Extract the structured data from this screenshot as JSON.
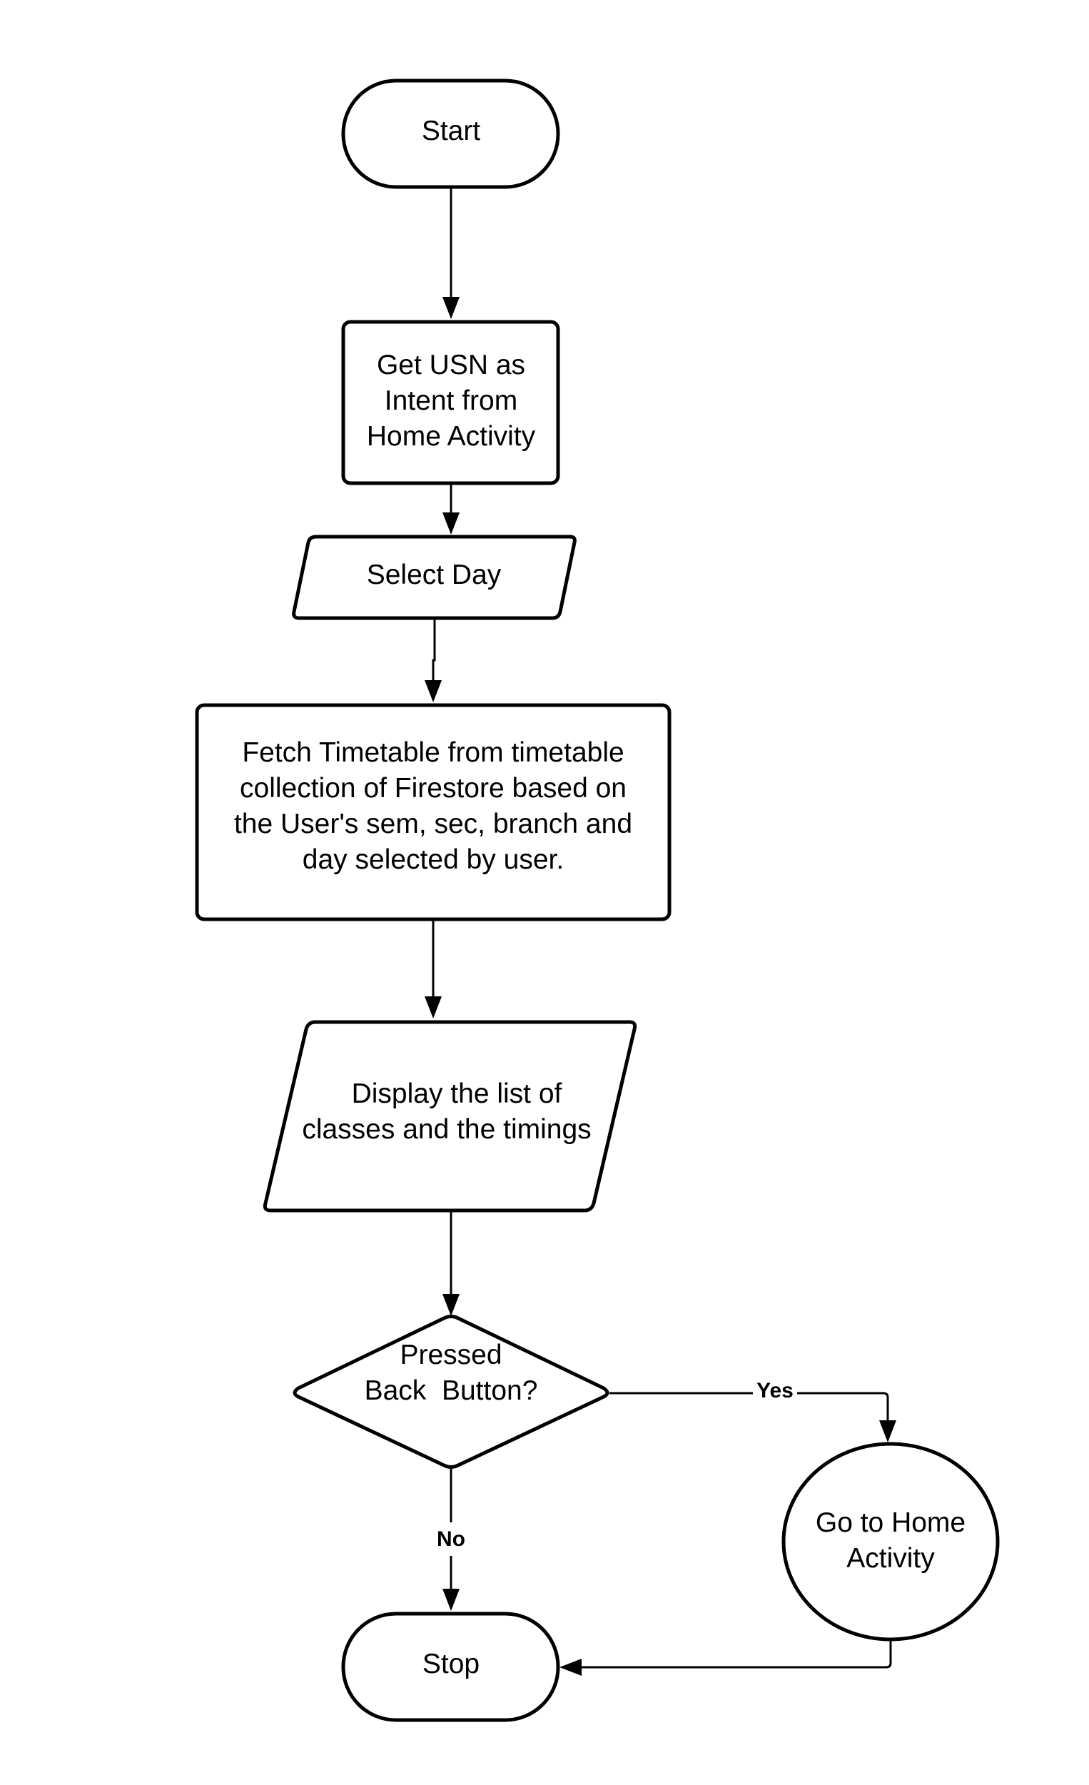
{
  "nodes": {
    "start": {
      "label": "Start"
    },
    "get_usn": {
      "lines": [
        "Get USN as",
        "Intent from",
        "Home Activity"
      ]
    },
    "select_day": {
      "label": "Select Day"
    },
    "fetch_timetable": {
      "lines": [
        "Fetch Timetable from timetable",
        "collection of Firestore based on",
        "the User's sem, sec, branch and",
        "day selected by user."
      ]
    },
    "display_list": {
      "lines": [
        "Display the list of",
        "classes and the timings"
      ]
    },
    "decision": {
      "lines": [
        "Pressed",
        "Back  Button?"
      ]
    },
    "go_home": {
      "lines": [
        "Go to Home",
        "Activity"
      ]
    },
    "stop": {
      "label": "Stop"
    }
  },
  "edges": {
    "yes_label": "Yes",
    "no_label": "No"
  },
  "colors": {
    "stroke": "#000000",
    "fill": "#ffffff",
    "text": "#000000"
  }
}
